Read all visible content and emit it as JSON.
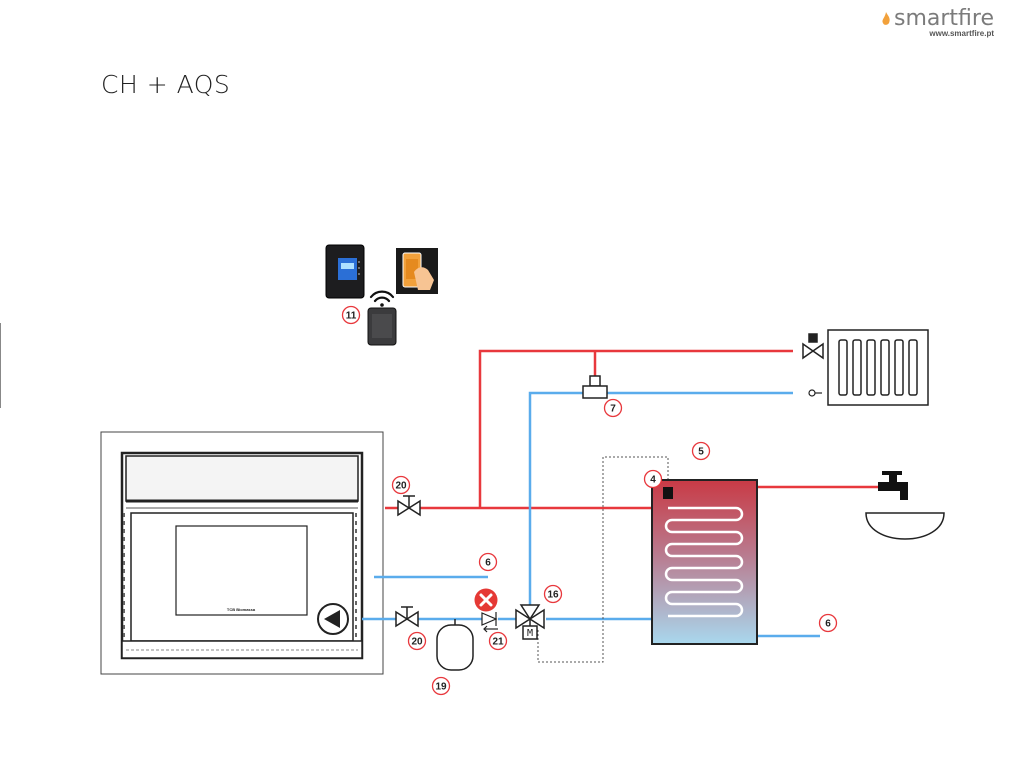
{
  "title": "CH + AQS",
  "logo": {
    "brand": "smartfire",
    "url": "www.smartfire.pt"
  },
  "colors": {
    "hot_pipe": "#e8383d",
    "cold_pipe": "#5aacec",
    "callout_ring": "#e8383d",
    "x_mark": "#e53935"
  },
  "stove": {
    "brand_text": "TCB Biomassa"
  },
  "callouts": {
    "c4": "4",
    "c5": "5",
    "c6a": "6",
    "c6b": "6",
    "c7": "7",
    "c11": "11",
    "c16": "16",
    "c19": "19",
    "c20a": "20",
    "c20b": "20",
    "c21": "21"
  },
  "icons": [
    "thermostat-icon",
    "tablet-app-icon",
    "wifi-icon",
    "wifi-module-icon",
    "radiator-icon",
    "tap-icon",
    "sink-icon",
    "pump-icon",
    "valve-icon",
    "check-valve-icon",
    "three-way-valve-icon",
    "expansion-tank-icon",
    "temperature-sensor-icon",
    "error-x-icon"
  ]
}
